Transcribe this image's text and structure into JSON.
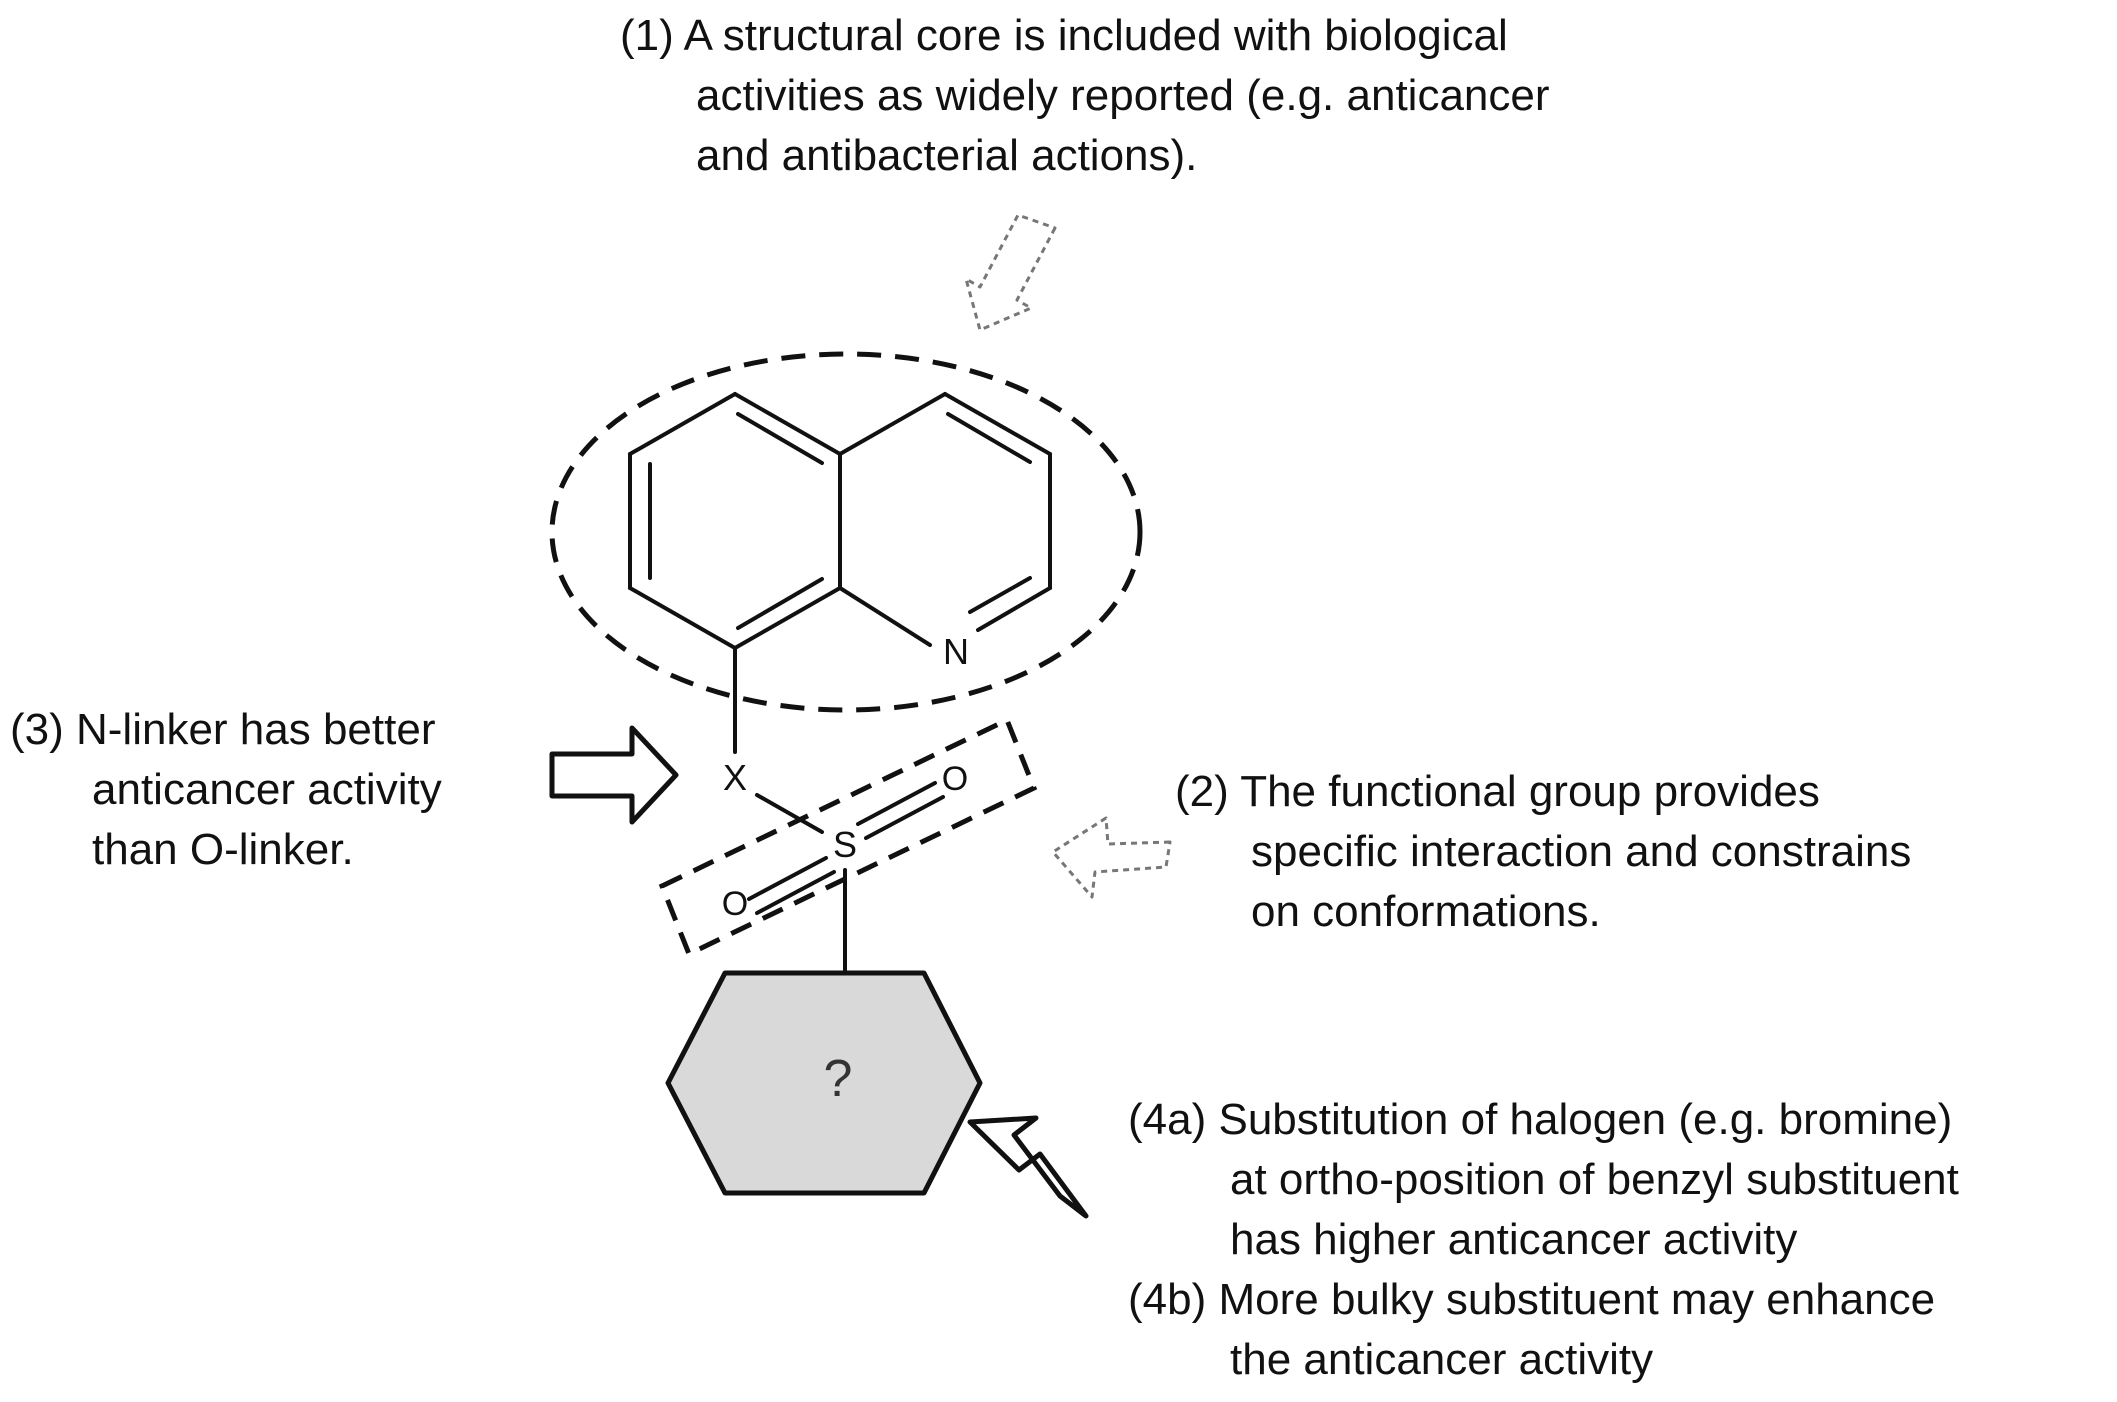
{
  "notes": {
    "core": {
      "lines": [
        "(1) A structural core is included with biological",
        "activities as widely reported (e.g. anticancer",
        "and antibacterial actions)."
      ]
    },
    "functional_group": {
      "lines": [
        "(2) The functional group provides",
        "specific interaction and constrains",
        "on conformations."
      ]
    },
    "linker": {
      "lines": [
        "(3) N-linker has better",
        "anticancer activity",
        "than O-linker."
      ]
    },
    "substituent": {
      "lines": [
        "(4a) Substitution of halogen (e.g. bromine)",
        "at ortho-position of benzyl substituent",
        "has higher anticancer activity",
        "(4b) More bulky substituent may enhance",
        "the anticancer activity"
      ]
    }
  },
  "molecule": {
    "ring_nitrogen": "N",
    "linker_atom": "X",
    "sulfur": "S",
    "oxygen_top": "O",
    "oxygen_bottom": "O",
    "unknown_group": "?"
  },
  "colors": {
    "ink": "#111111",
    "hexagon_fill": "#d9d9d9",
    "dotted_arrow": "#777777",
    "question_mark": "#333333"
  }
}
